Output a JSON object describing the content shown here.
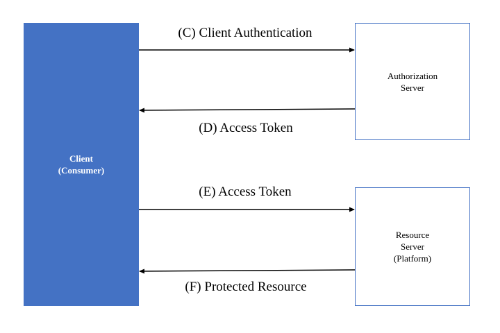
{
  "client": {
    "line1": "Client",
    "line2": "(Consumer)"
  },
  "authorization_server": {
    "line1": "Authorization",
    "line2": "Server"
  },
  "resource_server": {
    "line1": "Resource",
    "line2": "Server",
    "line3": "(Platform)"
  },
  "flows": {
    "c": "(C) Client Authentication",
    "d": "(D) Access Token",
    "e": "(E) Access Token",
    "f": "(F) Protected Resource"
  },
  "colors": {
    "client_fill": "#4472c4",
    "server_border": "#4472c4",
    "arrow": "#000000"
  }
}
